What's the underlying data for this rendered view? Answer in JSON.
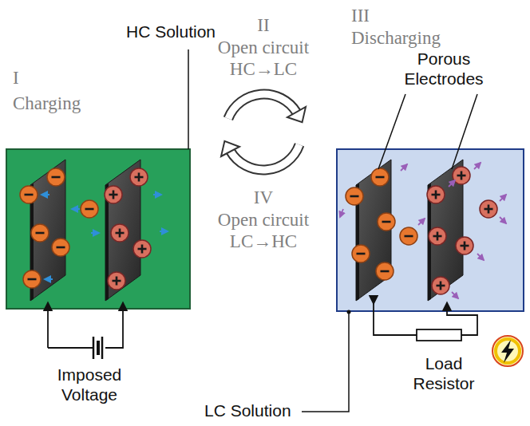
{
  "diagram": {
    "labels": [
      "HC Solution",
      "I",
      "Charging",
      "II",
      "Open circuit HC→LC",
      "III",
      "Discharging",
      "Porous Electrodes",
      "IV",
      "Open circuit LC→HC",
      "Imposed Voltage",
      "Load Resistor",
      "LC Solution"
    ]
  }
}
